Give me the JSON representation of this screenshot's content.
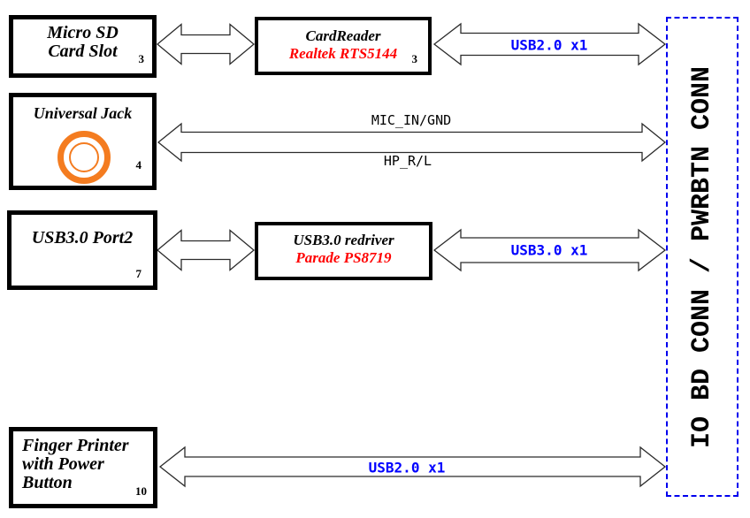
{
  "diagram": {
    "boxes": {
      "micro_sd": {
        "lines": [
          "Micro SD",
          "Card Slot"
        ],
        "num": "3"
      },
      "card_reader": {
        "lines": [
          "CardReader",
          "Realtek RTS5144"
        ],
        "num": "3"
      },
      "universal_jack": {
        "title": "Universal Jack",
        "num": "4"
      },
      "usb3_port2": {
        "title": "USB3.0 Port2",
        "num": "7"
      },
      "usb3_redriver": {
        "lines": [
          "USB3.0 redriver",
          "Parade PS8719"
        ]
      },
      "finger_printer": {
        "lines": [
          "Finger Printer",
          "with Power",
          "Button"
        ],
        "num": "10"
      },
      "io_board_conn": {
        "title": "IO BD CONN / PWRBTN CONN"
      }
    },
    "connections": {
      "usb2_top": "USB2.0 x1",
      "mic_in": "MIC_IN/GND",
      "hp": "HP_R/L",
      "usb3": "USB3.0 x1",
      "usb2_bottom": "USB2.0 x1"
    },
    "colors": {
      "chip_red": "#ff0000",
      "bus_label_blue": "#0000ff",
      "conn_border_blue": "#0000ee",
      "jack_orange": "#f47c20"
    }
  }
}
